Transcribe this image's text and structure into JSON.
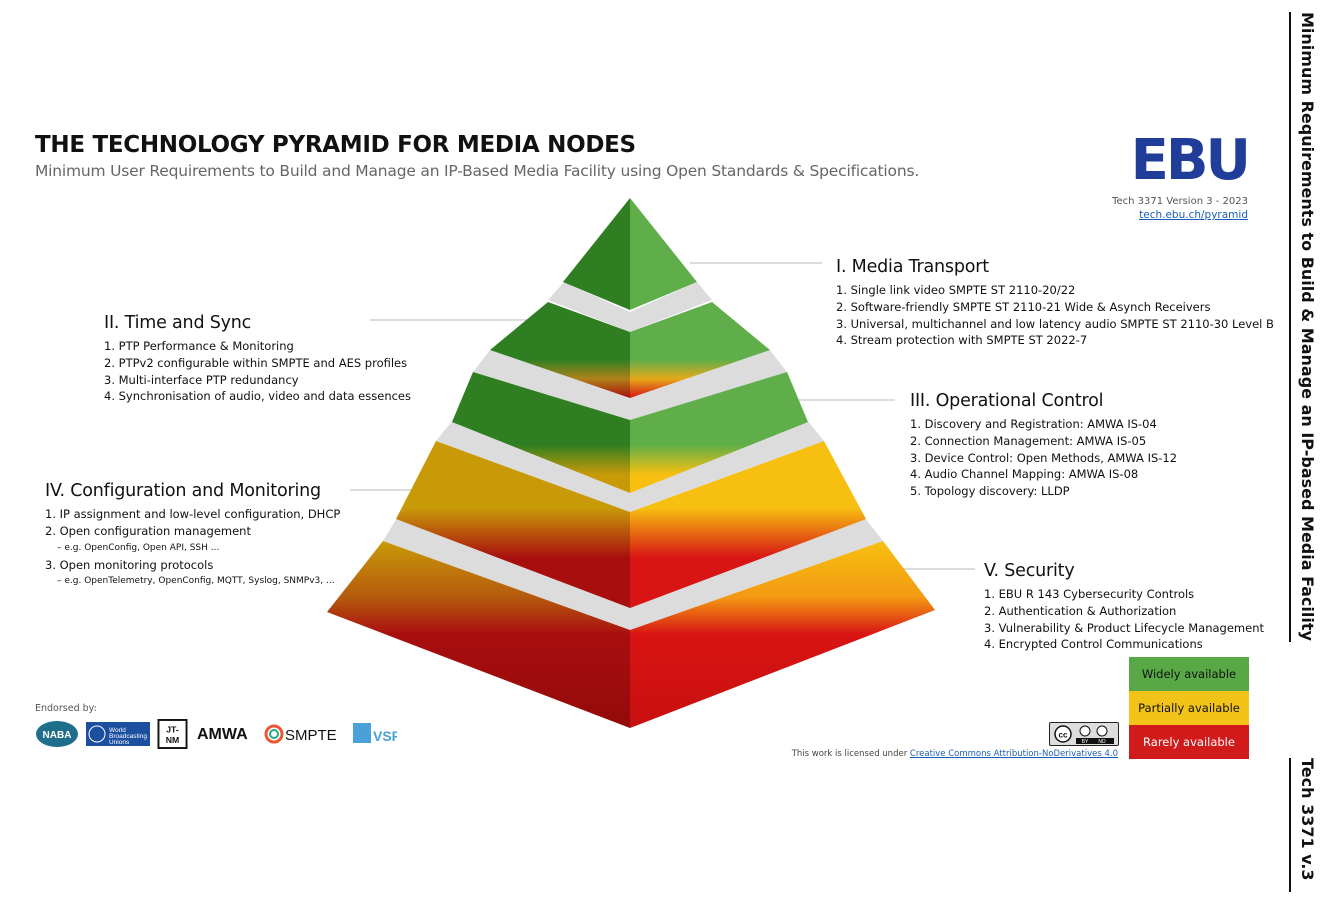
{
  "header": {
    "title": "THE TECHNOLOGY PYRAMID FOR MEDIA NODES",
    "subtitle": "Minimum User Requirements to Build and Manage an IP-Based Media Facility using Open Standards & Specifications."
  },
  "brand": {
    "logo_text": "EBU",
    "logo_color": "#1f3d99",
    "version": "Tech 3371 Version 3 - 2023",
    "link": "tech.ebu.ch/pyramid"
  },
  "side": {
    "title": "Minimum Requirements to Build & Manage an IP-based Media Facility",
    "tech": "Tech 3371 v.3"
  },
  "sections": {
    "media_transport": {
      "title": "I. Media Transport",
      "items": [
        "1. Single link video SMPTE ST 2110-20/22",
        "2. Software-friendly SMPTE ST 2110-21 Wide & Asynch Receivers",
        "3. Universal, multichannel and low latency audio SMPTE ST 2110-30 Level B",
        "4. Stream protection with SMPTE ST 2022-7"
      ]
    },
    "time_sync": {
      "title": "II. Time and Sync",
      "items": [
        "1. PTP Performance & Monitoring",
        "2. PTPv2 configurable within SMPTE and AES profiles",
        "3. Multi-interface PTP redundancy",
        "4. Synchronisation of audio, video and data essences"
      ]
    },
    "operational_control": {
      "title": "III. Operational Control",
      "items": [
        "1. Discovery and Registration: AMWA IS-04",
        "2. Connection Management: AMWA IS-05",
        "3. Device Control: Open Methods, AMWA IS-12",
        "4. Audio Channel Mapping: AMWA IS-08",
        "5. Topology discovery: LLDP"
      ]
    },
    "config_monitoring": {
      "title": "IV. Configuration and Monitoring",
      "items": [
        "1. IP assignment and low-level configuration, DHCP",
        "2. Open configuration management",
        "3. Open monitoring protocols"
      ],
      "subitems": [
        "– e.g. OpenConfig, Open API, SSH ...",
        "– e.g. OpenTelemetry, OpenConfig, MQTT, Syslog, SNMPv3, ..."
      ]
    },
    "security": {
      "title": "V. Security",
      "items": [
        "1. EBU R 143 Cybersecurity Controls",
        "2. Authentication & Authorization",
        "3. Vulnerability & Product Lifecycle Management",
        "4. Encrypted Control Communications"
      ]
    }
  },
  "legend": [
    {
      "label": "Widely available",
      "color": "#58a845",
      "text_color": "#1a1a1a"
    },
    {
      "label": "Partially available",
      "color": "#f2c318",
      "text_color": "#1a1a1a"
    },
    {
      "label": "Rarely available",
      "color": "#d11a1a",
      "text_color": "#ffffff"
    }
  ],
  "pyramid_colors": {
    "green_dark": "#2f7f22",
    "green_light": "#5fae4a",
    "yellow_dark": "#c99a08",
    "yellow_light": "#f7c010",
    "red_dark": "#a80e0e",
    "red_light": "#d81414",
    "separator": "#dcdcdc"
  },
  "endorsements": {
    "label": "Endorsed by:",
    "logos": [
      "NABA",
      "World Broadcasting Unions",
      "JT-NM",
      "AMWA",
      "SMPTE",
      "VSF"
    ]
  },
  "license": {
    "prefix": "This work is licensed under",
    "link": "Creative Commons Attribution-NoDerivatives 4.0",
    "badge": [
      "cc",
      "BY",
      "ND"
    ]
  }
}
